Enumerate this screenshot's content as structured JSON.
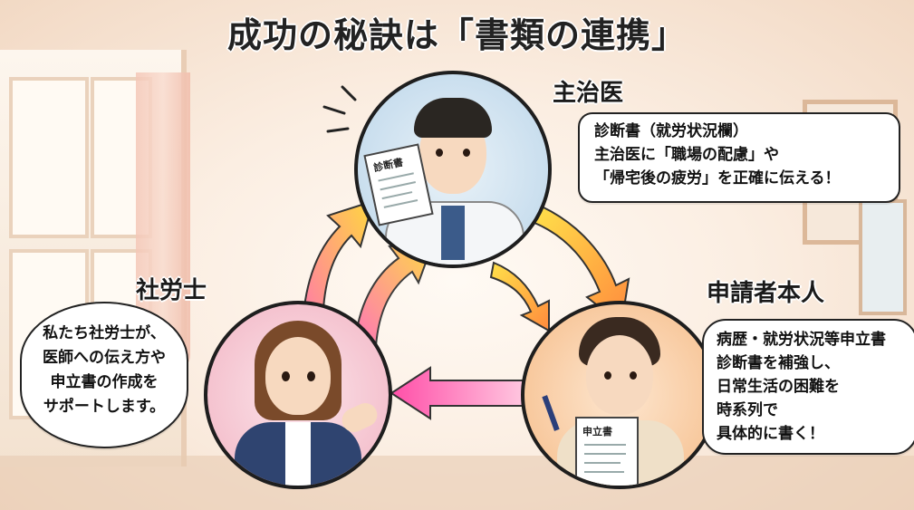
{
  "title": "成功の秘訣は「書類の連携」",
  "roles": {
    "doctor": {
      "label": "主治医",
      "document_label": "診断書",
      "bubble": [
        "診断書（就労状況欄）",
        "主治医に「職場の配慮」や",
        "「帰宅後の疲労」を正確に伝える！"
      ]
    },
    "sharoshi": {
      "label": "社労士",
      "bubble": [
        "私たち社労士が、",
        "医師への伝え方や",
        "申立書の作成を",
        "サポートします。"
      ]
    },
    "applicant": {
      "label": "申請者本人",
      "document_label": "申立書",
      "bubble": [
        "病歴・就労状況等申立書",
        "診断書を補強し、",
        "日常生活の困難を",
        "時系列で",
        "具体的に書く！"
      ]
    }
  },
  "colors": {
    "doctor_bg": "#bcd6ea",
    "sharoshi_bg": "#f2b5c4",
    "applicant_bg": "#f6bd8a",
    "arrow_start": "#ff69b4",
    "arrow_end": "#ffd23f"
  },
  "icons": [
    "doctor-illustration",
    "consultant-illustration",
    "applicant-illustration",
    "cycle-arrow"
  ]
}
